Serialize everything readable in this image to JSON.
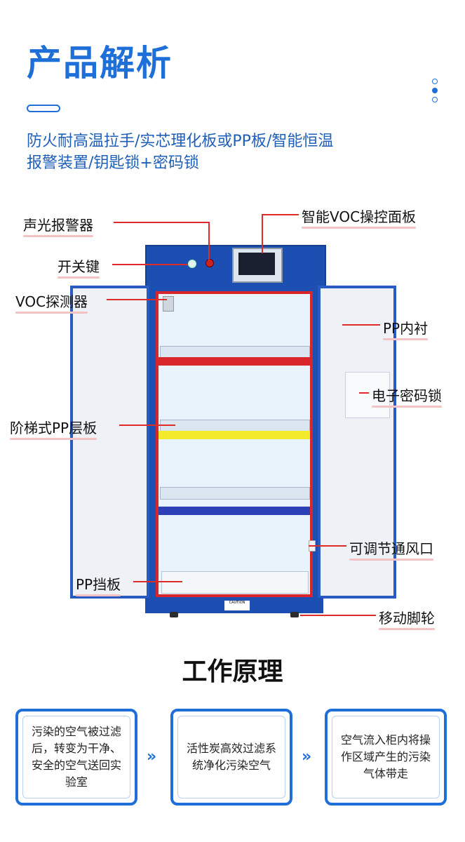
{
  "header": {
    "title": "产品解析",
    "subtitle_line1": "防火耐高温拉手/实芯理化板或PP板/智能恒温",
    "subtitle_line2": "报警装置/钥匙锁+密码锁"
  },
  "callouts": {
    "alarm": "声光报警器",
    "switch": "开关键",
    "voc_detector": "VOC探测器",
    "stepped_shelf": "阶梯式PP层板",
    "baffle": "PP挡板",
    "voc_panel": "智能VOC操控面板",
    "pp_lining": "PP内衬",
    "code_lock": "电子密码锁",
    "vent": "可调节通风口",
    "casters": "移动脚轮"
  },
  "cabinet": {
    "caution_label": "CAUTION"
  },
  "principle": {
    "title": "工作原理",
    "steps": [
      "污染的空气被过滤后，转变为干净、安全的空气送回实验室",
      "活性炭高效过滤系统净化污染空气",
      "空气流入柜内将操作区域产生的污染气体带走"
    ],
    "arrow": "»"
  },
  "colors": {
    "accent": "#1f6fd9",
    "cabinet_blue": "#1d4fb3",
    "callout_red": "#e02b2b"
  }
}
